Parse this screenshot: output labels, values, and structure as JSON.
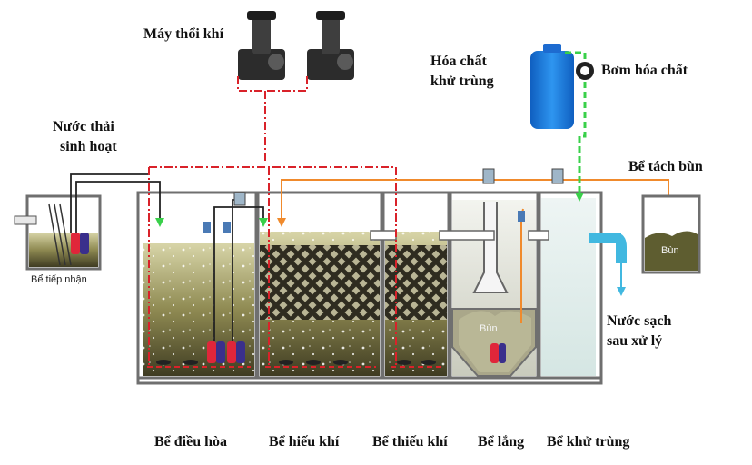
{
  "labels": {
    "blower": "Máy thổi khí",
    "wastewater_line1": "Nước thải",
    "wastewater_line2": "sinh hoạt",
    "chemical_line1": "Hóa chất",
    "chemical_line2": "khử trùng",
    "chemical_pump": "Bơm hóa chất",
    "sludge_separation": "Bể tách bùn",
    "receiving_tank": "Bể tiếp nhận",
    "sludge": "Bùn",
    "clean_water_line1": "Nước sạch",
    "clean_water_line2": "sau xử lý"
  },
  "tanks": [
    {
      "name": "Bể điều hòa"
    },
    {
      "name": "Bể hiếu khí"
    },
    {
      "name": "Bể thiếu khí"
    },
    {
      "name": "Bể lắng"
    },
    {
      "name": "Bể khử trùng"
    }
  ],
  "colors": {
    "air_line": "#d9222a",
    "sludge_line": "#f08a2c",
    "chemical_line": "#39d04a",
    "water_fill": "#6e6a3c",
    "tank_wall": "#6f6f6f",
    "chemical_tank": "#1e7fe0",
    "outlet_pipe": "#41b8e0"
  },
  "icons": [
    "blower-icon",
    "pump-icon",
    "valve-icon",
    "chemical-tank-icon",
    "chemical-pump-icon",
    "diffuser-icon",
    "arrow-icon"
  ]
}
